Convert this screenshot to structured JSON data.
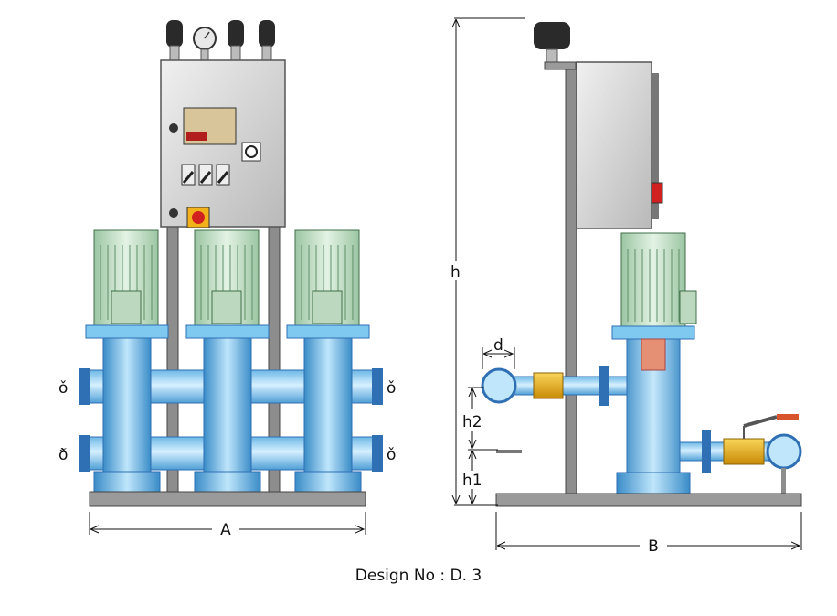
{
  "caption": "Design No : D. 3",
  "labels": {
    "width_front": "A",
    "width_side": "B",
    "height": "h",
    "h1": "h1",
    "h2": "h2",
    "d": "d",
    "conn_top_left": "ǒ",
    "conn_top_right": "ǒ",
    "conn_bottom_left": "ð",
    "conn_bottom_right": "ǒ"
  },
  "colors": {
    "pipe_blue": "#7fc8ef",
    "pipe_dark": "#3a8cc8",
    "motor_green": "#cfe6d0",
    "frame_gray": "#8d8d8d",
    "panel_gray": "#d9d9d9",
    "valve_yellow": "#f2b21c",
    "flange_blue": "#2f6fb4"
  },
  "icons": {
    "front_view": "booster-pump-front-icon",
    "side_view": "booster-pump-side-icon",
    "pressure_gauge": "pressure-gauge-icon",
    "ball_valve": "ball-valve-icon"
  }
}
